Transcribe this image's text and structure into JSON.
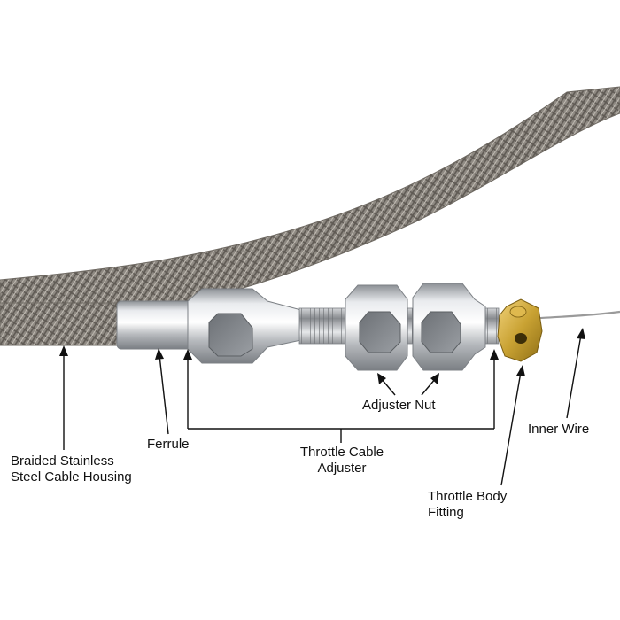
{
  "labels": {
    "housing": {
      "line1": "Braided Stainless",
      "line2": "Steel Cable Housing"
    },
    "ferrule": "Ferrule",
    "adjuster": {
      "line1": "Throttle Cable",
      "line2": "Adjuster"
    },
    "adjuster_nut": "Adjuster Nut",
    "throttle_body_fitting": {
      "line1": "Throttle Body",
      "line2": "Fitting"
    },
    "inner_wire": "Inner Wire"
  },
  "colors": {
    "background": "#ffffff",
    "braid_housing": "#8f8a83",
    "aluminum": "#c9ccd0",
    "brass_fitting": "#c9a233",
    "inner_wire": "#9a9a9a",
    "annotation_lines": "#111111"
  }
}
